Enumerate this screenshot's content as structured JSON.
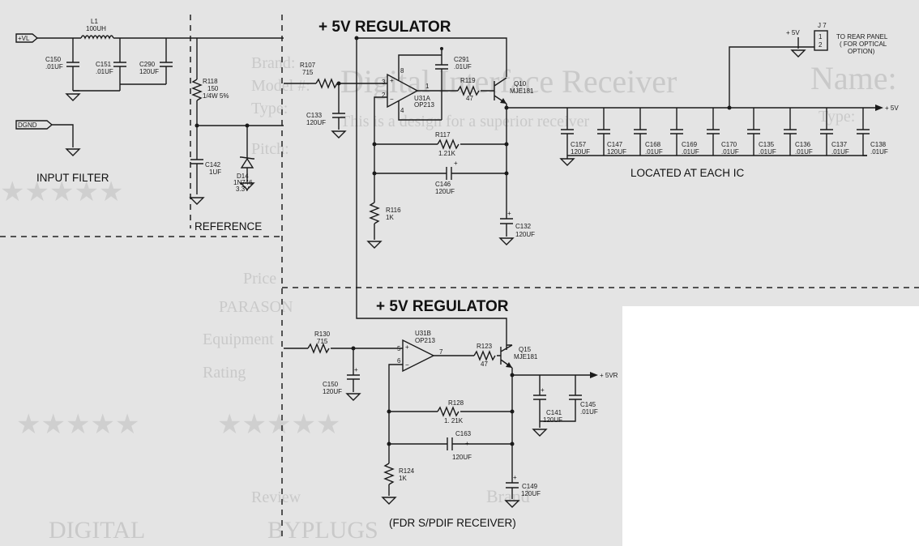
{
  "titles": {
    "regulator_top": "+ 5V REGULATOR",
    "regulator_bottom": "+ 5V REGULATOR",
    "input_filter": "INPUT FILTER",
    "reference": "REFERENCE",
    "located_each_ic": "LOCATED AT EACH IC",
    "receiver": "(FDR S/PDIF RECEIVER)"
  },
  "connectors": {
    "vl": "+VL",
    "dgnd": "DGND",
    "j7": "J 7",
    "j7_pin1": "1",
    "j7_pin2": "2",
    "j7_note1": "TO REAR PANEL",
    "j7_note2": "( FOR OPTICAL",
    "j7_note3": "OPTION)",
    "plus5v_j7": "+ 5V",
    "out_5v": "+ 5V",
    "out_5vr": "+ 5VR"
  },
  "components": {
    "l1": [
      "L1",
      "100UH"
    ],
    "c150a": [
      "C150",
      ".01UF"
    ],
    "c151": [
      "C151",
      ".01UF"
    ],
    "c290": [
      "C290",
      "120UF"
    ],
    "r118": [
      "R118",
      "150",
      "1/4W 5%"
    ],
    "c142": [
      "C142",
      "1UF"
    ],
    "d14": [
      "D14",
      "1N746",
      "3.3V"
    ],
    "r107": [
      "R107",
      "715"
    ],
    "c133": [
      "C133",
      "120UF"
    ],
    "u31a": [
      "U31A",
      "OP213"
    ],
    "c291": [
      "C291",
      ".01UF"
    ],
    "r119": [
      "R119",
      "47"
    ],
    "q10": [
      "Q10",
      "MJE181"
    ],
    "r117": [
      "R117",
      "1.21K"
    ],
    "c146": [
      "C146",
      "120UF"
    ],
    "r116": [
      "R116",
      "1K"
    ],
    "c132": [
      "C132",
      "120UF"
    ],
    "c157": [
      "C157",
      "120UF"
    ],
    "c147": [
      "C147",
      "120UF"
    ],
    "c168": [
      "C168",
      ".01UF"
    ],
    "c169": [
      "C169",
      ".01UF"
    ],
    "c170": [
      "C170",
      ".01UF"
    ],
    "c135": [
      "C135",
      ".01UF"
    ],
    "c136": [
      "C136",
      ".01UF"
    ],
    "c137": [
      "C137",
      ".01UF"
    ],
    "c138": [
      "C138",
      ".01UF"
    ],
    "r130": [
      "R130",
      "715"
    ],
    "c150b": [
      "C150",
      "120UF"
    ],
    "u31b": [
      "U31B",
      "OP213"
    ],
    "r123": [
      "R123",
      "47"
    ],
    "q15": [
      "Q15",
      "MJE181"
    ],
    "c141": [
      "C141",
      "120UF"
    ],
    "c145": [
      "C145",
      ".01UF"
    ],
    "r128": [
      "R128",
      "1. 21K"
    ],
    "c163": [
      "C163",
      "120UF"
    ],
    "r124": [
      "R124",
      "1K"
    ],
    "c149": [
      "C149",
      "120UF"
    ]
  },
  "pins": {
    "u31a_8": "8",
    "u31a_3": "3",
    "u31a_2": "2",
    "u31a_4": "4",
    "u31a_1": "1",
    "u31b_5": "5",
    "u31b_6": "6",
    "u31b_7": "7"
  },
  "background_text": {
    "heading": "Digital Interface Receiver",
    "subheading": "This is a design for a superior receiver",
    "left_lines": [
      "Brand:",
      "Model #:",
      "Type:",
      "Pitch:"
    ],
    "right_lines": [
      "Name:",
      "Type:"
    ],
    "price_lines": [
      "Price",
      "PARASON",
      "Equipment",
      "Rating"
    ],
    "bottom_lines": [
      "Brand",
      "DIGITAL",
      "BYPLUGS",
      "Review"
    ]
  }
}
